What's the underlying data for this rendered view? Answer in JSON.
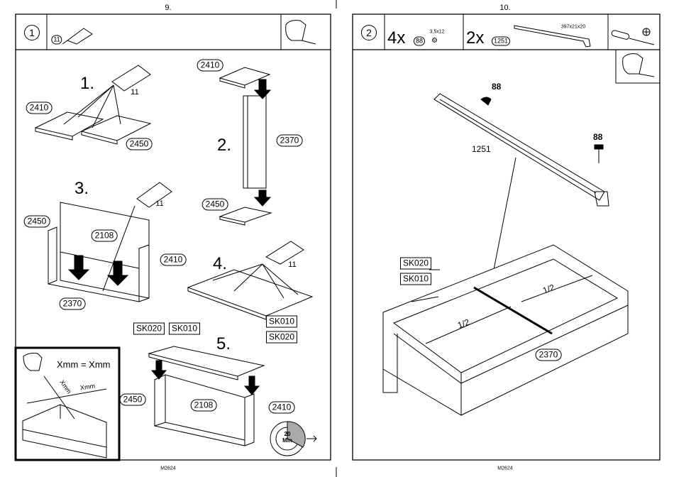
{
  "pages": [
    {
      "page_number": "9.",
      "footer": "M2624",
      "step_badge": "1",
      "header_part": "11",
      "steps": [
        "1.",
        "2.",
        "3.",
        "4.",
        "5."
      ],
      "glue_part": "11",
      "labels": {
        "s1_a": "2410",
        "s1_b": "2450",
        "s2_top": "2410",
        "s2_side": "2370",
        "s2_bottom": "2450",
        "s3_left": "2450",
        "s3_back": "2108",
        "s3_right": "2410",
        "s3_bottom": "2370",
        "s4_a": "SK010",
        "s4_b": "SK020",
        "s5_a": "SK020",
        "s5_b": "SK010",
        "s5_left": "2450",
        "s5_back": "2108",
        "s5_right": "2410"
      },
      "inset": {
        "equation": "Xmm = Xmm",
        "diag": "Xmm",
        "width": "Xmm"
      },
      "timer": {
        "minutes": "20",
        "unit": "Min",
        "progress_fraction": 0.33
      }
    },
    {
      "page_number": "10.",
      "footer": "M2624",
      "step_badge": "2",
      "hardware": [
        {
          "qty": "4x",
          "part": "88",
          "size": "3,5x12"
        },
        {
          "qty": "2x",
          "part": "1251",
          "size": "397x21x20"
        }
      ],
      "labels": {
        "screw_a": "88",
        "screw_b": "88",
        "rail": "1251",
        "sk020": "SK020",
        "sk010": "SK010",
        "half_a": "1/2",
        "half_b": "1/2",
        "panel": "2370"
      }
    }
  ]
}
